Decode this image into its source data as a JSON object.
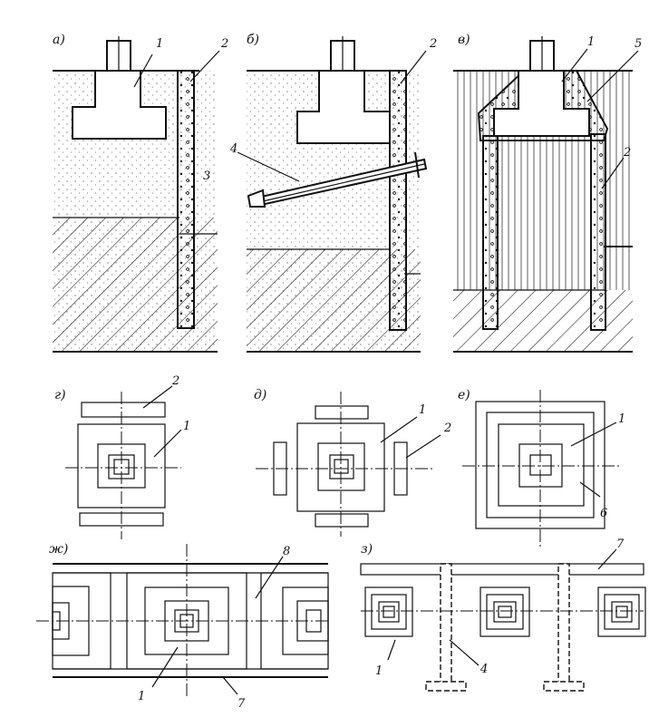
{
  "panels": {
    "a": "а)",
    "b": "б)",
    "v": "в)",
    "g": "г)",
    "d": "д)",
    "e": "е)",
    "zh": "ж)",
    "z": "з)"
  },
  "callouts": {
    "a1": "1",
    "a2": "2",
    "a3": "3",
    "b2": "2",
    "b4": "4",
    "v1": "1",
    "v5": "5",
    "v2": "2",
    "g2": "2",
    "g1": "1",
    "d1": "1",
    "d2": "2",
    "e1": "1",
    "e6": "6",
    "zh8": "8",
    "zh1": "1",
    "zh7": "7",
    "z7": "7",
    "z1": "1",
    "z4": "4"
  },
  "colors": {
    "ink": "#111111",
    "paper": "#ffffff"
  }
}
